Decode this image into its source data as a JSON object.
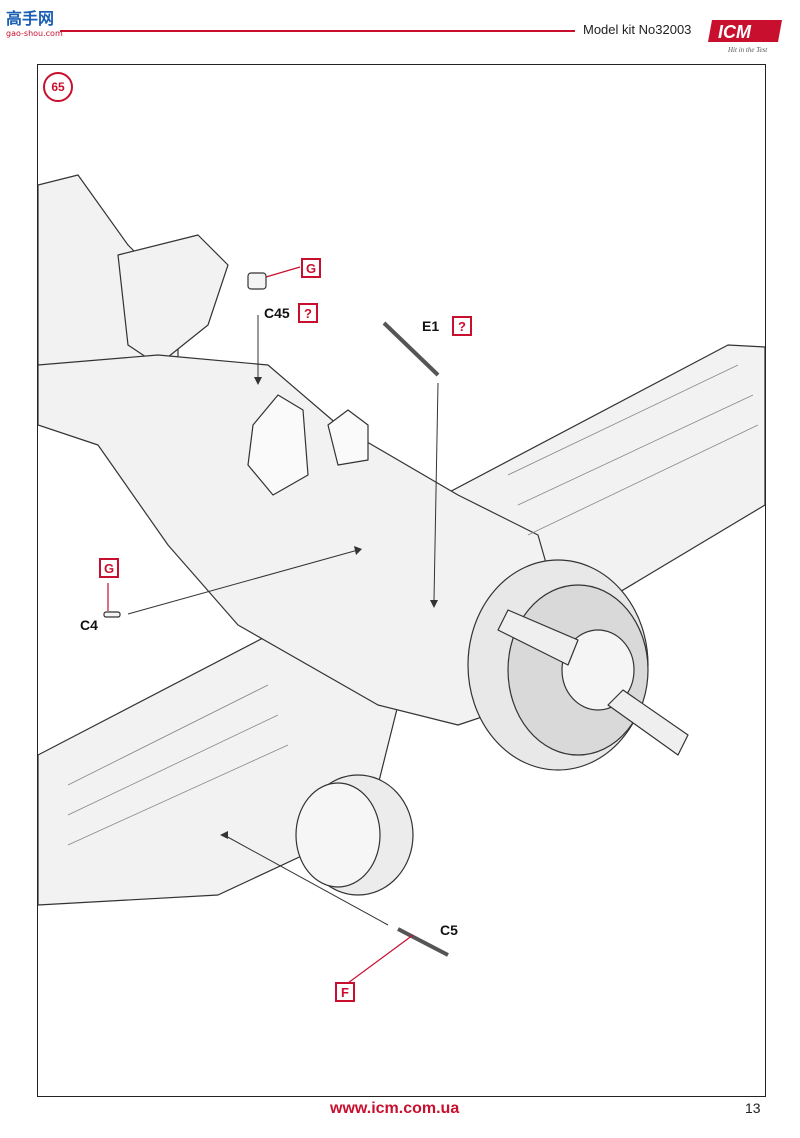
{
  "header": {
    "kit_label": "Model kit No32003",
    "brand": "ICM",
    "brand_tagline": "Hit in the Test",
    "watermark_text": "高手网",
    "watermark_sub": "gao-shou.com"
  },
  "step": {
    "number": "65"
  },
  "parts": [
    {
      "id": "C45",
      "tag": "?"
    },
    {
      "id": "E1",
      "tag": "?"
    },
    {
      "id": "C4",
      "tag": "G"
    },
    {
      "id": "C5",
      "tag": "F"
    }
  ],
  "extra_tags": {
    "c45_color": "G"
  },
  "footer": {
    "url": "www.icm.com.ua",
    "page": "13"
  },
  "colors": {
    "accent": "#c8102e",
    "line": "#222222",
    "fill": "#f1f1f1"
  }
}
